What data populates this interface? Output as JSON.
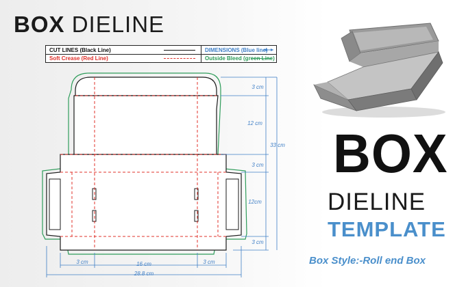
{
  "header": {
    "title_bold": "BOX",
    "title_light": "DIELINE"
  },
  "legend": {
    "cut": "CUT LINES (Black Line)",
    "crease": "Soft Crease (Red Line)",
    "dimensions": "DIMENSIONS (Blue line)",
    "bleed": "Outside Bleed (green Line)"
  },
  "colors": {
    "cut": "#1a1a1a",
    "crease": "#e0302a",
    "dimension": "#3f7fc6",
    "bleed": "#2e9c5a",
    "accent": "#4a8fcb"
  },
  "dimensions": {
    "right_top_flap": "3 cm",
    "right_lid": "12 cm",
    "right_total": "33 cm",
    "right_middle": "3 cm",
    "right_base": "12cm",
    "right_bottom": "3 cm",
    "bottom_left_side": "3 cm",
    "bottom_width": "16 cm",
    "bottom_right_side": "3 cm",
    "bottom_total": "28.8 cm"
  },
  "poster": {
    "big_title": "BOX",
    "subtitle": "DIELINE",
    "subtitle2": "TEMPLATE",
    "style_line": "Box Style:-Roll end Box"
  }
}
